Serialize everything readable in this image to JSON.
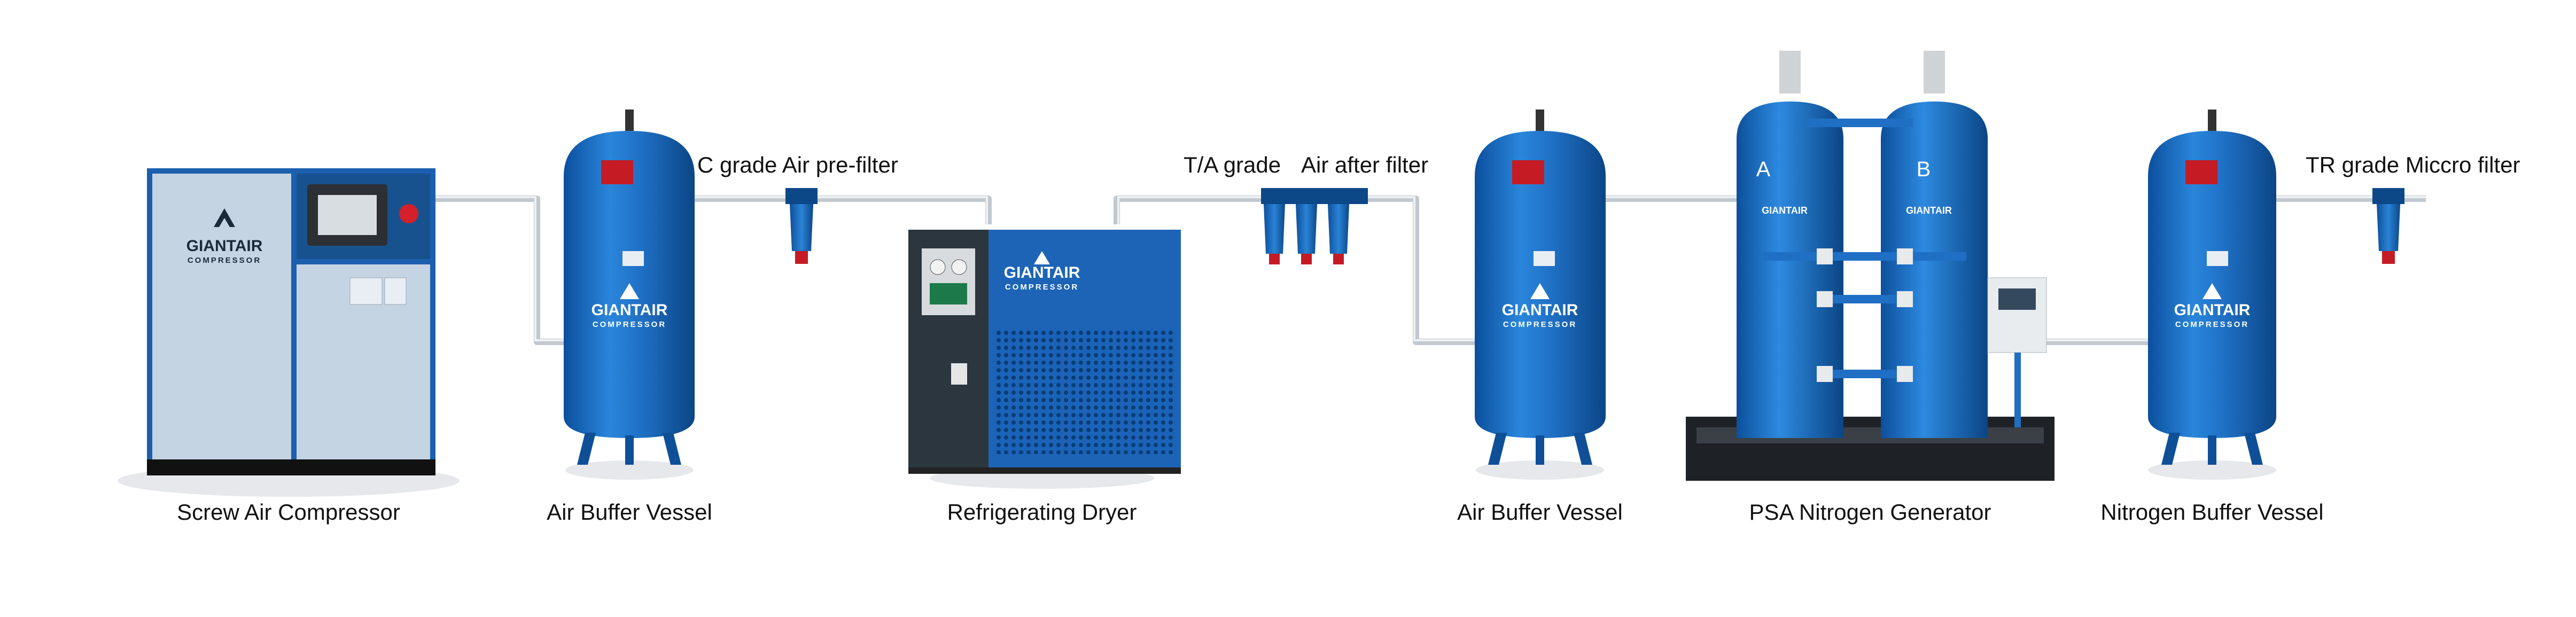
{
  "equipment_labels": {
    "screw_air_compressor": "Screw Air Compressor",
    "air_buffer_vessel_1": "Air Buffer Vessel",
    "refrigerating_dryer": "Refrigerating Dryer",
    "air_buffer_vessel_2": "Air Buffer Vessel",
    "psa_nitrogen_generator": "PSA Nitrogen Generator",
    "nitrogen_buffer_vessel": "Nitrogen Buffer Vessel"
  },
  "filter_labels": {
    "c_grade_pre_filter": "C grade Air pre-filter",
    "ta_grade": "T/A grade",
    "air_after_filter": "Air after filter",
    "tr_grade_micro_filter": "TR grade Miccro filter"
  },
  "brand": {
    "name": "GIANTAIR",
    "tagline": "COMPRESSOR"
  },
  "tower_marks": {
    "a": "A",
    "b": "B"
  },
  "colors": {
    "equipment_blue": "#1f6fc4",
    "equipment_blue_dark": "#0d4e9a",
    "compressor_panel": "#c9d7e4",
    "pipe": "#c9ced4",
    "dryer_dark": "#2e3a42",
    "label_text": "#111111"
  }
}
